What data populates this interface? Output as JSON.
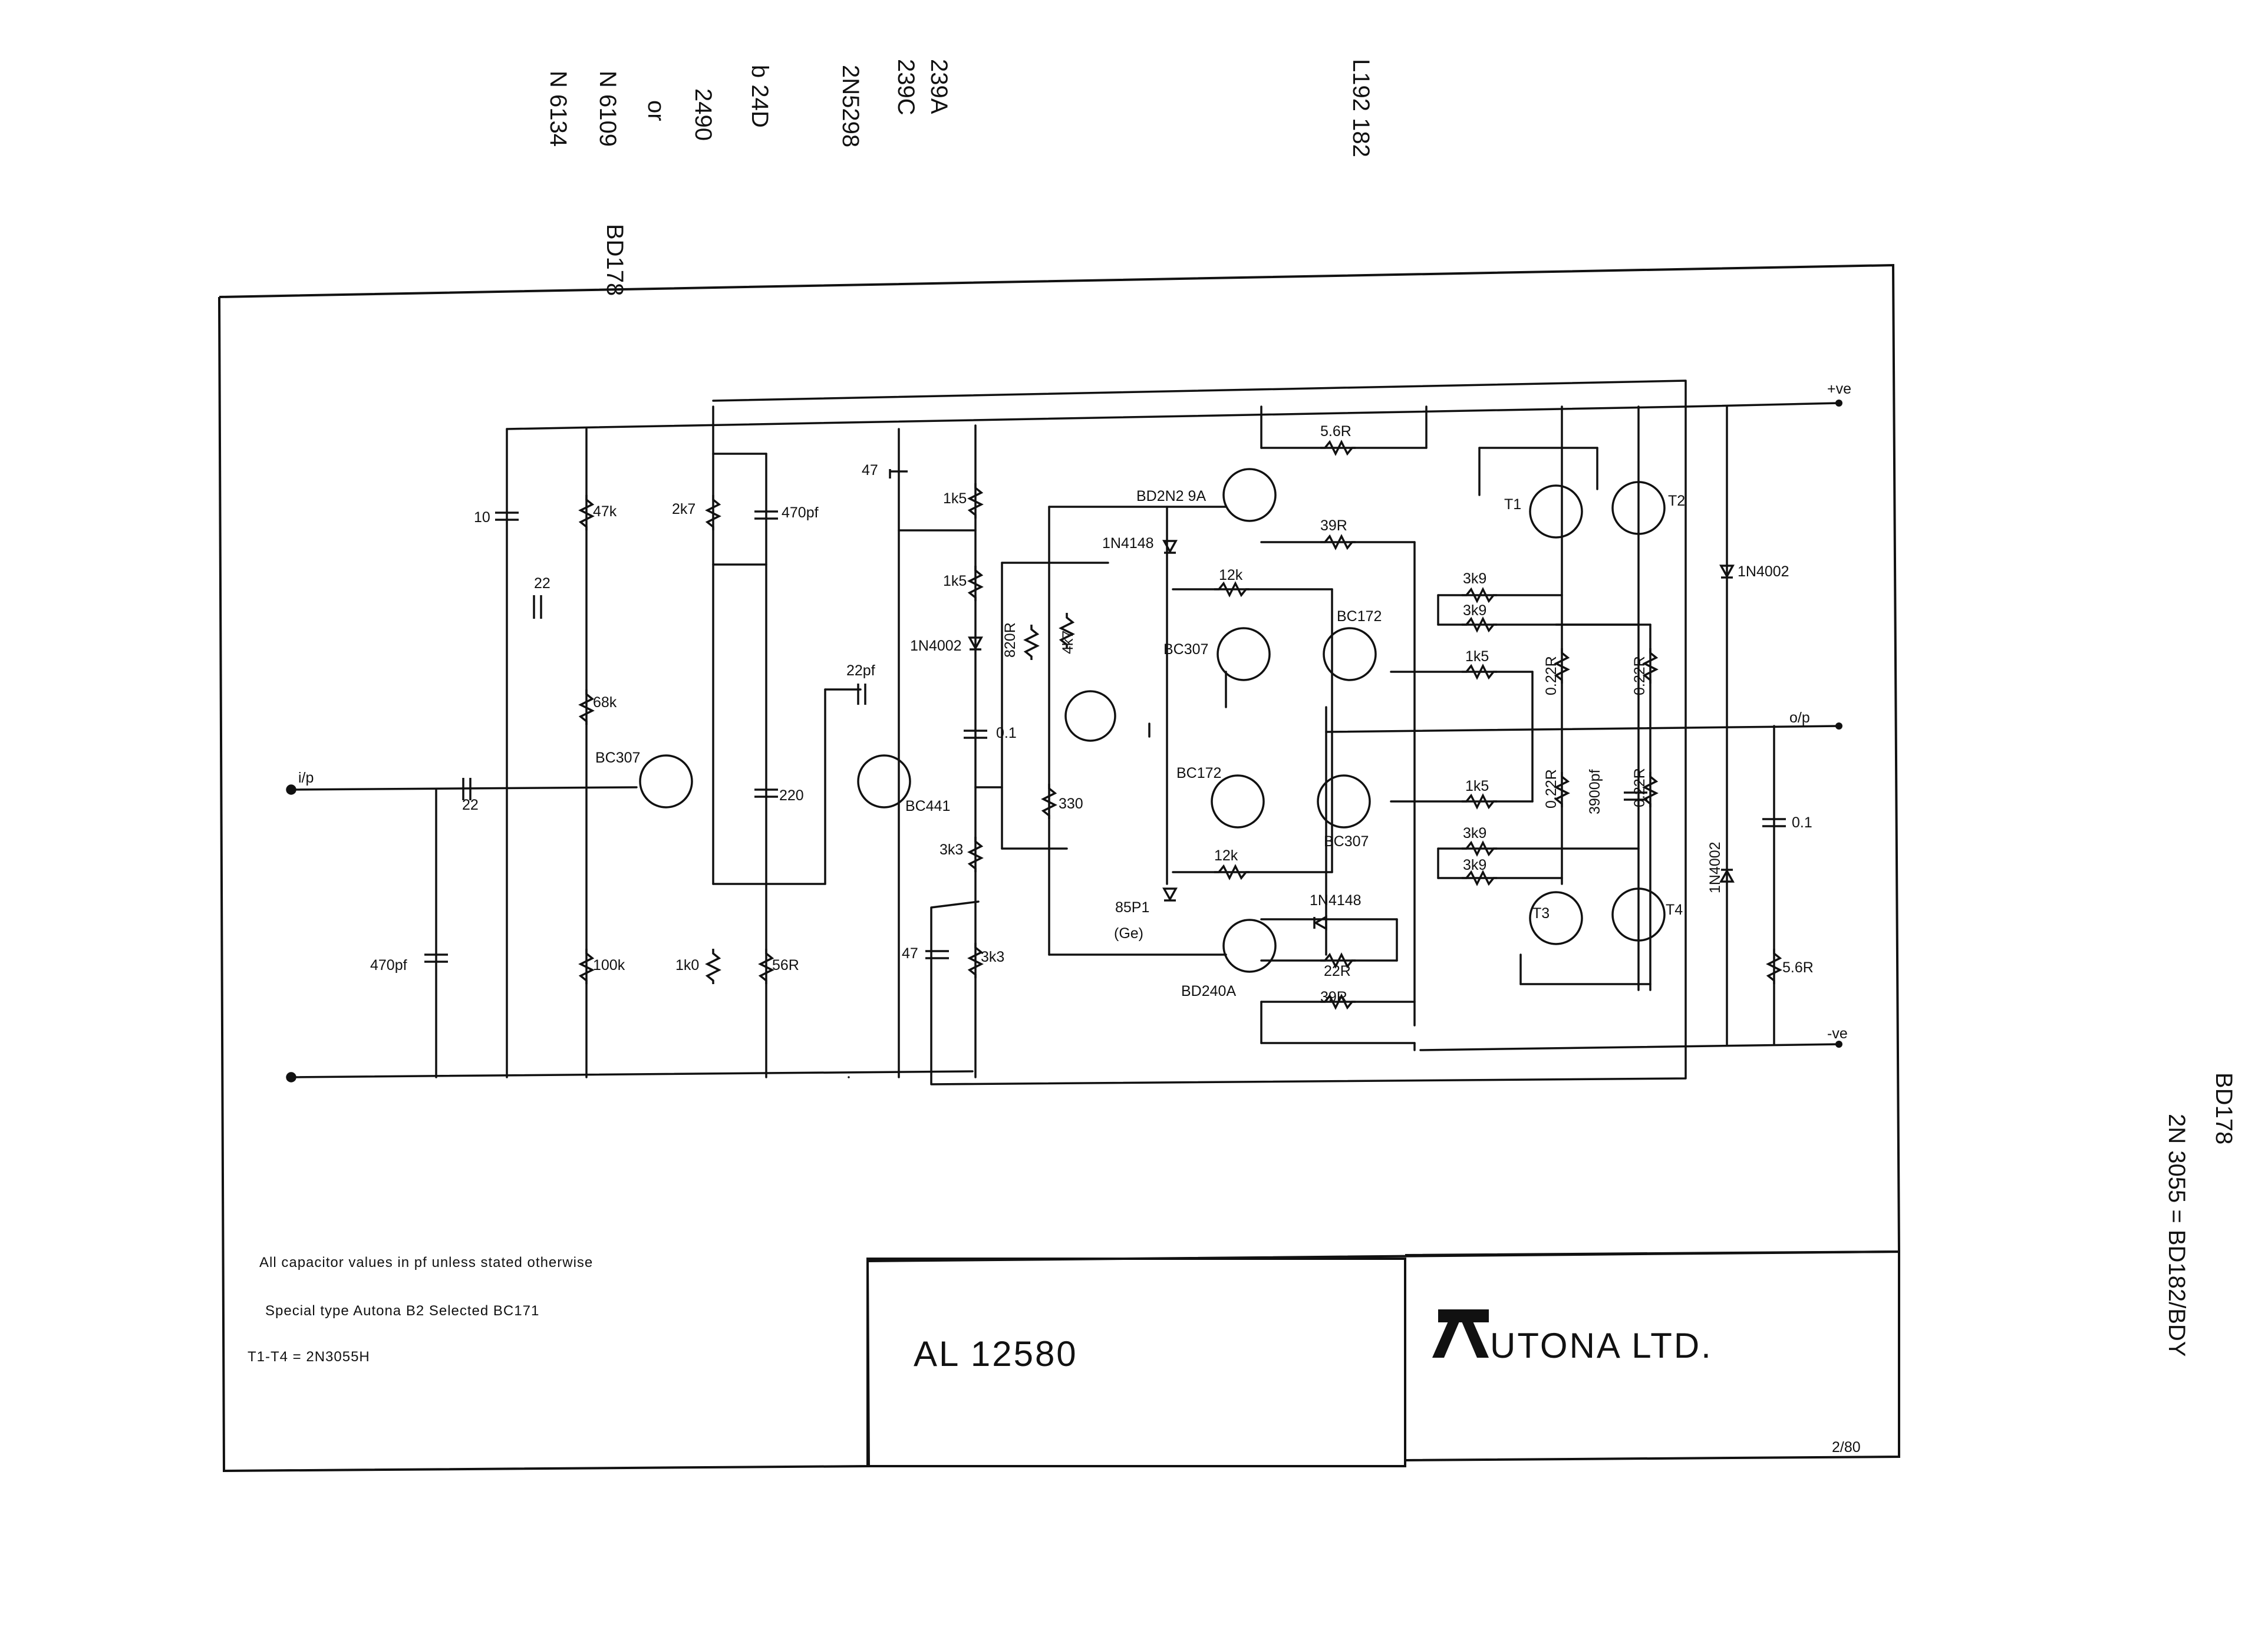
{
  "title_block": {
    "drawing_number": "AL 12580",
    "company": "UTONA LTD.",
    "sheet": "2/80"
  },
  "notes": {
    "capacitors": "All capacitor values in pf unless stated otherwise",
    "special": "Special type Autona B2 Selected BC171",
    "transistors": "T1-T4 = 2N3055H"
  },
  "terminals": {
    "input": "i/p",
    "output": "o/p",
    "pos_rail": "+ve",
    "neg_rail": "-ve"
  },
  "components": {
    "c_in": "22",
    "c_470_in": "470pf",
    "c_10": "10",
    "c_22_bias": "22",
    "r_47k": "47k",
    "r_68k": "68k",
    "r_100k": "100k",
    "q_in": "BC307",
    "r_2k7": "2k7",
    "r_1k0": "1k0",
    "c_470_fb": "470pf",
    "c_220": "220",
    "r_56r": "56R",
    "c_22pf": "22pf",
    "q_driver": "BC441",
    "c_47_top": "47",
    "r_1k5_a": "1k5",
    "r_1k5_b": "1k5",
    "d_1n4002_a": "1N4002",
    "c_01_mid": "0.1",
    "r_3k3_a": "3k3",
    "r_3k3_b": "3k3",
    "c_47_bot": "47",
    "r_820r": "820R",
    "vr_4k7": "4k7",
    "r_330": "330",
    "q_bd242": "BD2N2 9A",
    "d_1n4148_a": "1N4148",
    "r_12k_a": "12k",
    "q_bc307_u": "BC307",
    "q_bc172_u": "BC172",
    "r_56_top": "5.6R",
    "r_39r_top": "39R",
    "r_3k9_a": "3k9",
    "r_3k9_b": "3k9",
    "r_1k5_c": "1k5",
    "q_t1": "T1",
    "q_t2": "T2",
    "r_022_a": "0.22R",
    "r_022_b": "0.22R",
    "d_1n4002_b": "1N4002",
    "q_bc172_l": "BC172",
    "q_bc307_l": "BC307",
    "r_12k_b": "12k",
    "d_85p1": "85P1",
    "d_ge": "(Ge)",
    "q_bd240": "BD240A",
    "d_1n4148_b": "1N4148",
    "r_22r": "22R",
    "r_39r_bot": "39R",
    "r_1k5_d": "1k5",
    "r_3k9_c": "3k9",
    "r_3k9_d": "3k9",
    "q_t3": "T3",
    "q_t4": "T4",
    "r_022_c": "0.22R",
    "c_3900": "3900pf",
    "r_022_d": "0.22R",
    "d_1n4002_c": "1N4002",
    "c_01_out": "0.1",
    "r_56_out": "5.6R"
  },
  "handwritten": {
    "n1": "239A",
    "n2": "239C",
    "n3": "2N5298",
    "n4": "b 24D",
    "n5": "2490",
    "n6": "or",
    "n7": "N 6109",
    "n8": "N 6134",
    "n9": "BD178",
    "n10": "L192 182",
    "n11": "BD178",
    "n12": "2N 3055 = BD182/BDY"
  },
  "colors": {
    "ink": "#111111",
    "paper": "#ffffff"
  }
}
